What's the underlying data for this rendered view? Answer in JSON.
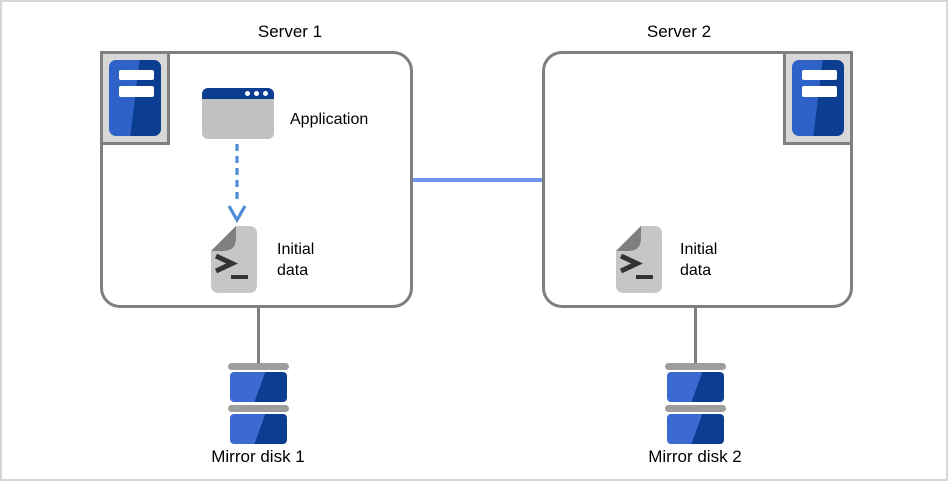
{
  "colors": {
    "box_border": "#7f7f7f",
    "navy_blue": "#0b3d91",
    "royal_blue": "#2f62c8",
    "disk_blue_light": "#3a6ad2",
    "connector_blue": "#7094f0",
    "arrow_blue": "#4d8dd8",
    "icon_frame_bg": "#d8d8d8",
    "app_body_gray": "#c1c1c1",
    "doc_gray": "#c6c6c6",
    "doc_fold_gray": "#7f7f7f",
    "disk_bar_gray": "#9e9e9e",
    "page_border": "#d6d6d6"
  },
  "icons": {
    "server_tower": "server-tower-icon",
    "application_window": "application-window-icon",
    "script_file": "script-file-icon",
    "mirror_disk": "mirror-disk-icon",
    "dashed_arrow": "data-flow-arrow-icon"
  },
  "server1": {
    "title": "Server 1",
    "application": {
      "label": "Application"
    },
    "initial_data": {
      "line1": "Initial",
      "line2": "data"
    },
    "mirror_disk": {
      "label": "Mirror disk 1"
    }
  },
  "server2": {
    "title": "Server 2",
    "initial_data": {
      "line1": "Initial",
      "line2": "data"
    },
    "mirror_disk": {
      "label": "Mirror disk 2"
    }
  }
}
